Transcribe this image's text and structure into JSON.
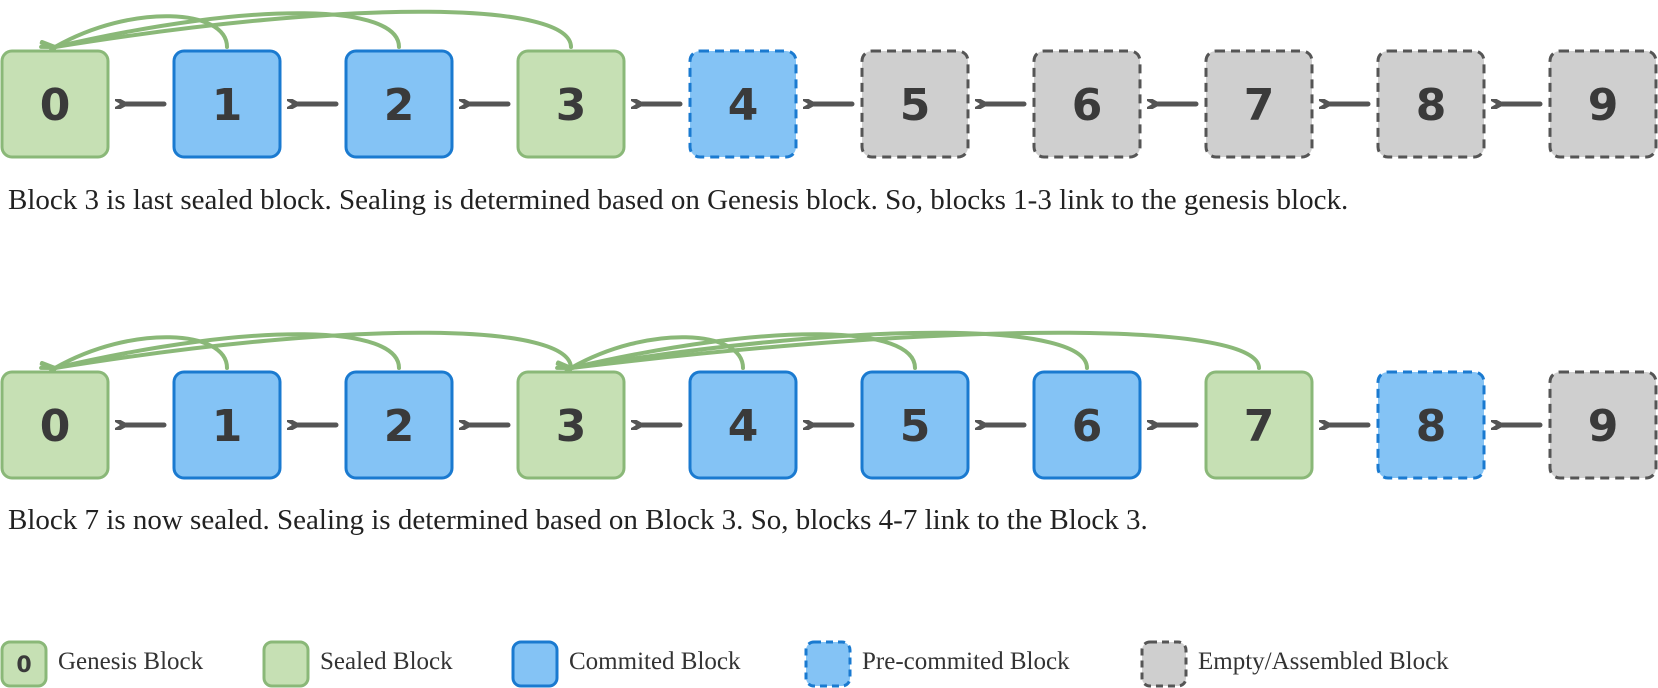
{
  "palette": {
    "sealed_fill": "#c6e0b4",
    "sealed_stroke": "#8ab878",
    "committed_fill": "#84c3f5",
    "committed_stroke": "#1a7ad0",
    "empty_fill": "#cfcfcf",
    "empty_stroke": "#555555",
    "link_color": "#8ab878",
    "arrow_color": "#555555"
  },
  "chains": [
    {
      "blocks": [
        {
          "label": "0",
          "state": "sealed"
        },
        {
          "label": "1",
          "state": "committed"
        },
        {
          "label": "2",
          "state": "committed"
        },
        {
          "label": "3",
          "state": "sealed"
        },
        {
          "label": "4",
          "state": "precommitted"
        },
        {
          "label": "5",
          "state": "empty"
        },
        {
          "label": "6",
          "state": "empty"
        },
        {
          "label": "7",
          "state": "empty"
        },
        {
          "label": "8",
          "state": "empty"
        },
        {
          "label": "9",
          "state": "empty"
        }
      ],
      "links": [
        {
          "from": 1,
          "to": 0
        },
        {
          "from": 2,
          "to": 0
        },
        {
          "from": 3,
          "to": 0
        }
      ],
      "caption": "Block 3 is last sealed block. Sealing is determined based on Genesis block. So, blocks 1-3 link to the genesis block."
    },
    {
      "blocks": [
        {
          "label": "0",
          "state": "sealed"
        },
        {
          "label": "1",
          "state": "committed"
        },
        {
          "label": "2",
          "state": "committed"
        },
        {
          "label": "3",
          "state": "sealed"
        },
        {
          "label": "4",
          "state": "committed"
        },
        {
          "label": "5",
          "state": "committed"
        },
        {
          "label": "6",
          "state": "committed"
        },
        {
          "label": "7",
          "state": "sealed"
        },
        {
          "label": "8",
          "state": "precommitted"
        },
        {
          "label": "9",
          "state": "empty"
        }
      ],
      "links": [
        {
          "from": 1,
          "to": 0
        },
        {
          "from": 2,
          "to": 0
        },
        {
          "from": 3,
          "to": 0
        },
        {
          "from": 4,
          "to": 3
        },
        {
          "from": 5,
          "to": 3
        },
        {
          "from": 6,
          "to": 3
        },
        {
          "from": 7,
          "to": 3
        }
      ],
      "caption": "Block 7 is now sealed. Sealing is determined based on Block 3. So, blocks 4-7 link to the Block 3."
    }
  ],
  "legend": [
    {
      "sample_text": "0",
      "state": "sealed",
      "label": "Genesis Block"
    },
    {
      "sample_text": "",
      "state": "sealed",
      "label": "Sealed Block"
    },
    {
      "sample_text": "",
      "state": "committed",
      "label": "Commited Block"
    },
    {
      "sample_text": "",
      "state": "precommitted",
      "label": "Pre-commited Block"
    },
    {
      "sample_text": "",
      "state": "empty",
      "label": "Empty/Assembled Block"
    }
  ]
}
